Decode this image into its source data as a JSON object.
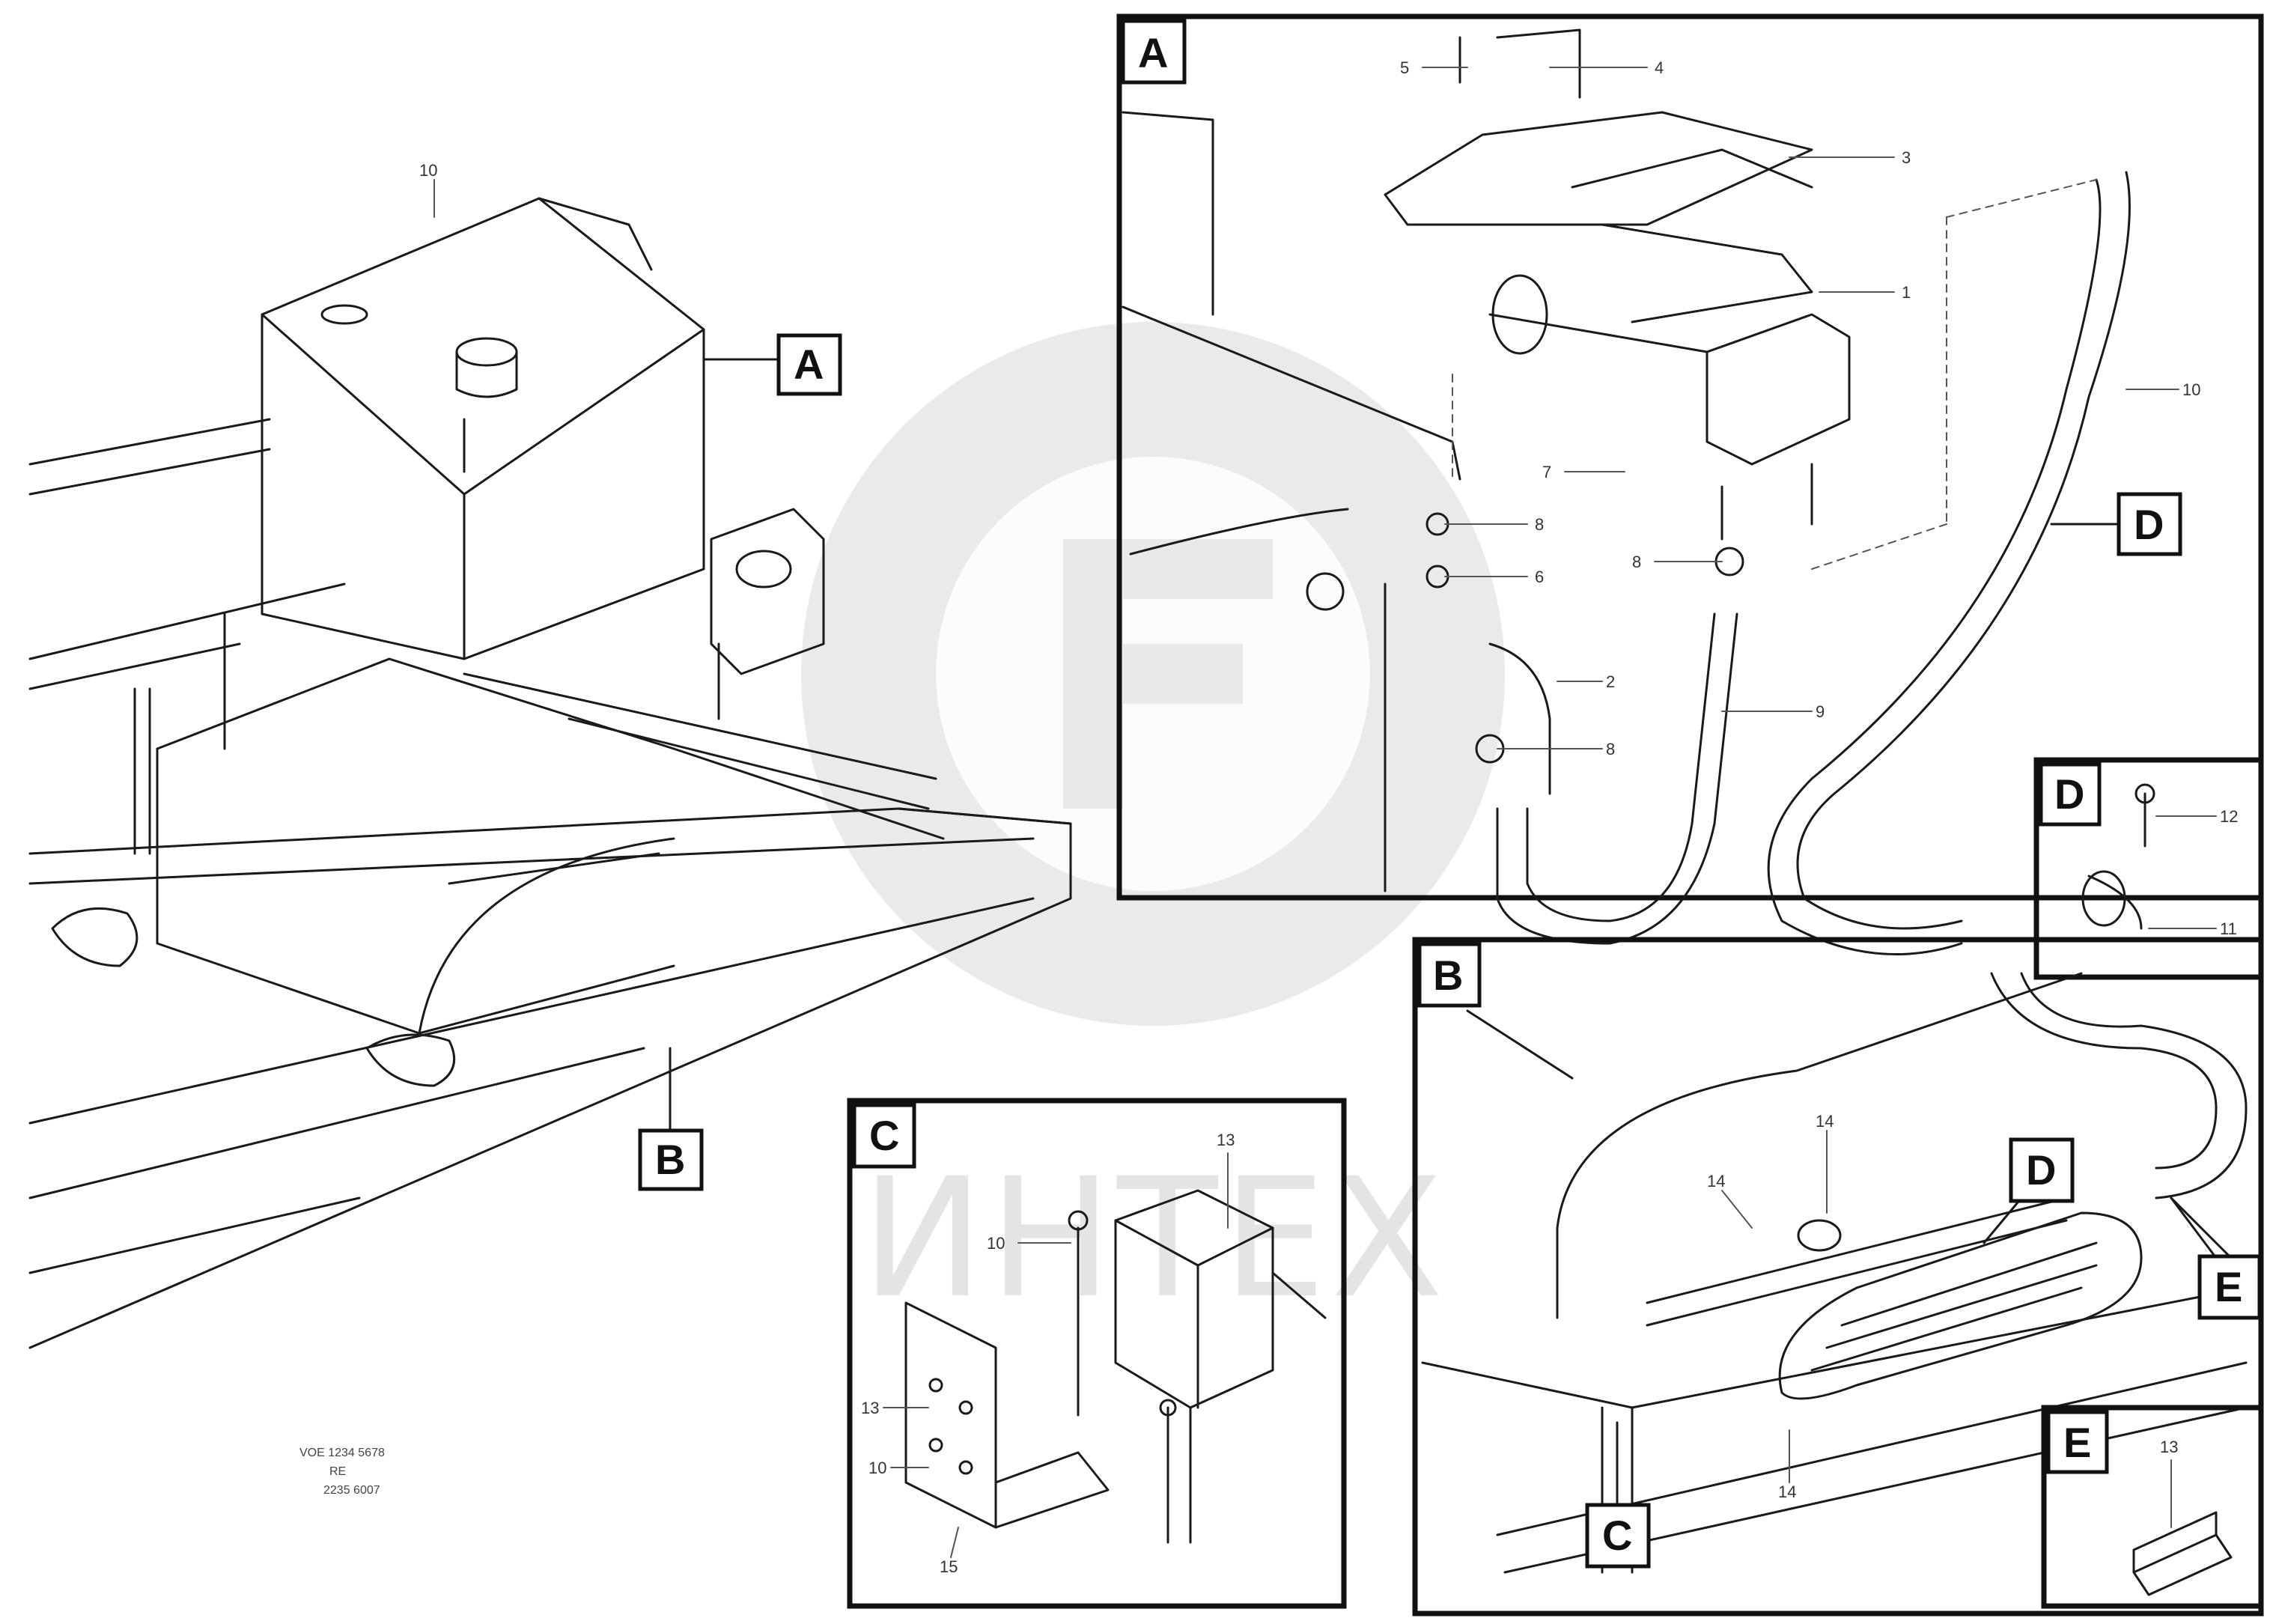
{
  "watermark": {
    "text": "ИНТЕХ"
  },
  "callouts": {
    "main_a": "A",
    "main_b": "B",
    "detail_a": "A",
    "detail_a_d": "D",
    "detail_b": "B",
    "detail_b_c": "C",
    "detail_b_d": "D",
    "detail_b_e": "E",
    "detail_c": "C",
    "detail_d": "D",
    "detail_e": "E"
  },
  "part_numbers": {
    "main_top": "10",
    "a_1": "5",
    "a_2": "4",
    "a_3": "3",
    "a_4": "1",
    "a_5": "7",
    "a_6": "8",
    "a_7": "6",
    "a_8": "8",
    "a_9": "2",
    "a_10": "8",
    "a_11": "9",
    "a_12": "10",
    "c_1": "10",
    "c_2": "13",
    "c_3": "13",
    "c_4": "10",
    "c_5": "15",
    "b_1": "14",
    "b_2": "14",
    "b_3": "14",
    "d_1": "12",
    "d_2": "11",
    "e_1": "13"
  },
  "drawing_reference": {
    "line1": "VOE 1234 5678",
    "line2": "RE",
    "line3": "2235 6007"
  }
}
